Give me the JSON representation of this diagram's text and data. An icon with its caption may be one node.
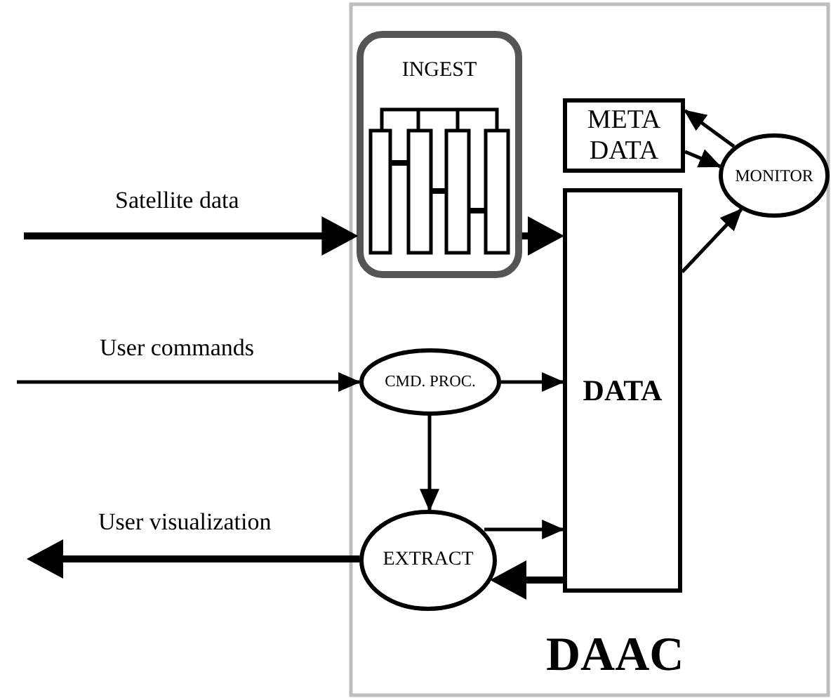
{
  "diagram": {
    "nodes": [
      {
        "text": [
          "DAAC"
        ]
      },
      {
        "text": [
          "INGEST"
        ],
        "in": 0
      },
      {
        "text": [
          "META DATA"
        ],
        "in": 0
      },
      {
        "text": [
          "MONITOR"
        ],
        "in": 0
      },
      {
        "text": [
          "DATA"
        ],
        "in": 0
      },
      {
        "text": [
          "CMD. PROC."
        ],
        "in": 0
      },
      {
        "text": [
          "EXTRACT"
        ],
        "in": 0
      }
    ],
    "edges": [
      {
        "from": null,
        "to": 1,
        "arrow": "to",
        "label": "Satellite data",
        "style": "thick"
      },
      {
        "from": 1,
        "to": 4,
        "arrow": "to",
        "style": "thick"
      },
      {
        "from": 3,
        "to": 2,
        "arrow": "to"
      },
      {
        "from": 2,
        "to": 3,
        "arrow": "to"
      },
      {
        "from": 4,
        "to": 3,
        "arrow": "to"
      },
      {
        "from": null,
        "to": 5,
        "arrow": "to",
        "label": "User commands"
      },
      {
        "from": 5,
        "to": 4,
        "arrow": "to"
      },
      {
        "from": 5,
        "to": 6,
        "arrow": "to"
      },
      {
        "from": 6,
        "to": 4,
        "arrow": "to"
      },
      {
        "from": 4,
        "to": 6,
        "arrow": "to",
        "style": "thick"
      },
      {
        "from": 6,
        "to": null,
        "arrow": "to",
        "label": "User visualization",
        "style": "thick"
      }
    ]
  }
}
